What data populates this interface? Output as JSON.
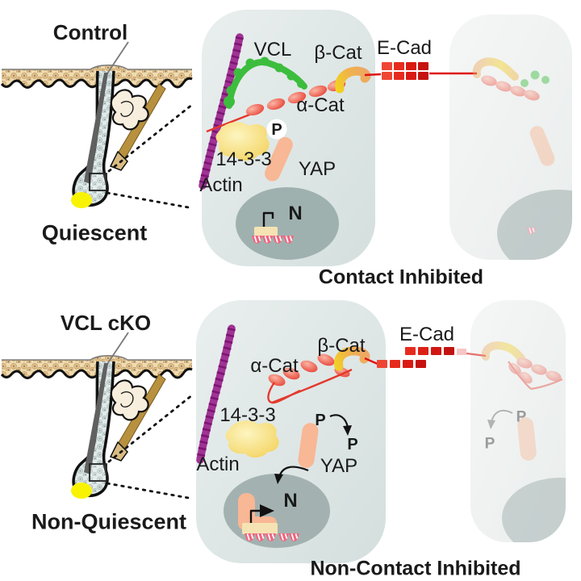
{
  "figure": {
    "top": {
      "follicle_title": "Control",
      "follicle_state": "Quiescent",
      "caption": "Contact Inhibited",
      "labels": {
        "vcl": "VCL",
        "beta_cat": "β-Cat",
        "e_cad": "E-Cad",
        "alpha_cat": "α-Cat",
        "phospho": "P",
        "fourteen_three_three": "14-3-3",
        "yap": "YAP",
        "actin": "Actin",
        "nucleus": "N"
      }
    },
    "bottom": {
      "follicle_title": "VCL cKO",
      "follicle_state": "Non-Quiescent",
      "caption": "Non-Contact Inhibited",
      "labels": {
        "alpha_cat": "α-Cat",
        "beta_cat": "β-Cat",
        "e_cad": "E-Cad",
        "fourteen_three_three": "14-3-3",
        "actin": "Actin",
        "yap": "YAP",
        "phospho_on": "P",
        "phospho_released": "P",
        "nucleus": "N",
        "phospho_faded_on": "P",
        "phospho_faded_released": "P"
      }
    },
    "colors": {
      "actin_filament": "#a03394",
      "vcl_green": "#3dbd3d",
      "alpha_catenin_red": "#e5372a",
      "beta_catenin_yellow": "#f2d21f",
      "beta_catenin_orange": "#eda766",
      "e_cadherin_red": "#d91a12",
      "fourteen_three_three_yellow": "#f2cf55",
      "yap_salmon": "#f8b795",
      "nucleus_gray": "#a0b1af",
      "cell_fill": "#dde6e5",
      "dermal_papilla_yellow": "#f8f303",
      "epidermis_tan": "#eedcb2"
    }
  }
}
